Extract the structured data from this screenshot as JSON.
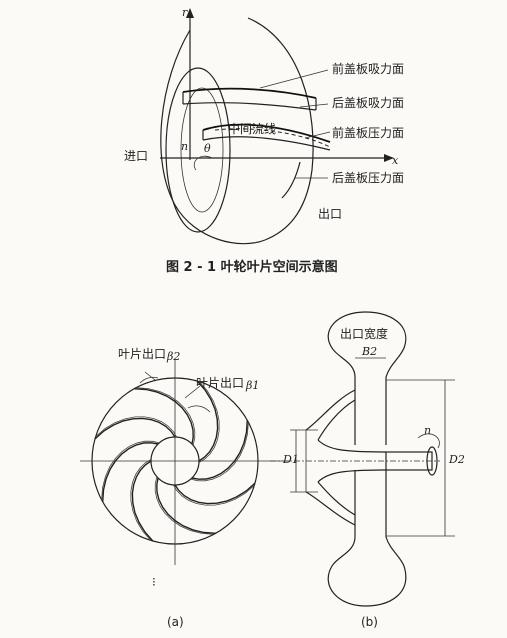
{
  "figure1": {
    "axis_r": "r",
    "axis_x": "x",
    "label_front_suction": "前盖板吸力面",
    "label_back_suction": "后盖板吸力面",
    "label_mid_streamline": "中间流线",
    "label_front_pressure": "前盖板压力面",
    "label_back_pressure": "后盖板压力面",
    "label_inlet": "进口",
    "label_outlet": "出口",
    "label_n": "n",
    "label_theta": "θ",
    "caption": "图 2 - 1    叶轮叶片空间示意图"
  },
  "figure2a": {
    "label_blade_outlet_b2_text": "叶片出口",
    "label_b2": "β2",
    "label_blade_outlet_b1_text": "叶片出口",
    "label_b1": "β1",
    "sublabel": "(a)"
  },
  "figure2b": {
    "label_outlet_width": "出口宽度",
    "label_B2": "B2",
    "label_D1": "D1",
    "label_D2": "D2",
    "label_n": "n",
    "sublabel": "(b)"
  }
}
